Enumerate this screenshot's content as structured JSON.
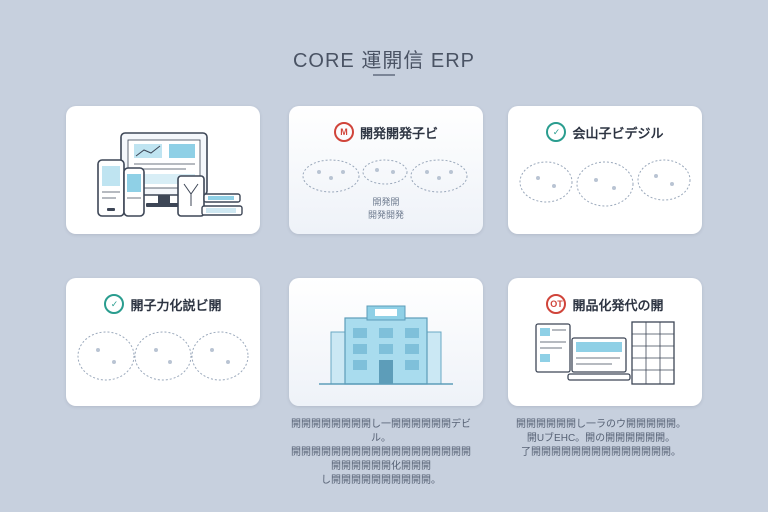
{
  "header": {
    "title": "CORE 運開信 ERP"
  },
  "cards": [
    {
      "kind": "devices"
    },
    {
      "badge_text": "M",
      "title": "開発開発子ビ",
      "sub_line1": "開発開",
      "sub_line2": "開発開発"
    },
    {
      "badge_text": "✓",
      "title": "会山子ビデジル"
    },
    {
      "badge_text": "✓",
      "title": "開子力化説ビ開"
    },
    {
      "kind": "building"
    },
    {
      "badge_text": "OT",
      "title": "開品化発代の開"
    }
  ],
  "descriptions": [
    {
      "line1": "開開開開開開開開し一開開開開開開デビル。",
      "line2": "開開開開開開開開開開開開開開開開開開",
      "line3": "開開開開開開化開開開",
      "line4": "し開開開開開開開開開開。"
    },
    {
      "line1": "開開開開開開し一ラのウ開開開開開。",
      "line2": "開UブEHC。開の開開開開開開。",
      "line3": "了開開開開開開開開開開開開開開。"
    }
  ],
  "colors": {
    "background": "#c7d0de",
    "accent_blue": "#7ec6e0",
    "accent_green": "#2a9d8f",
    "accent_red": "#d0443a"
  }
}
